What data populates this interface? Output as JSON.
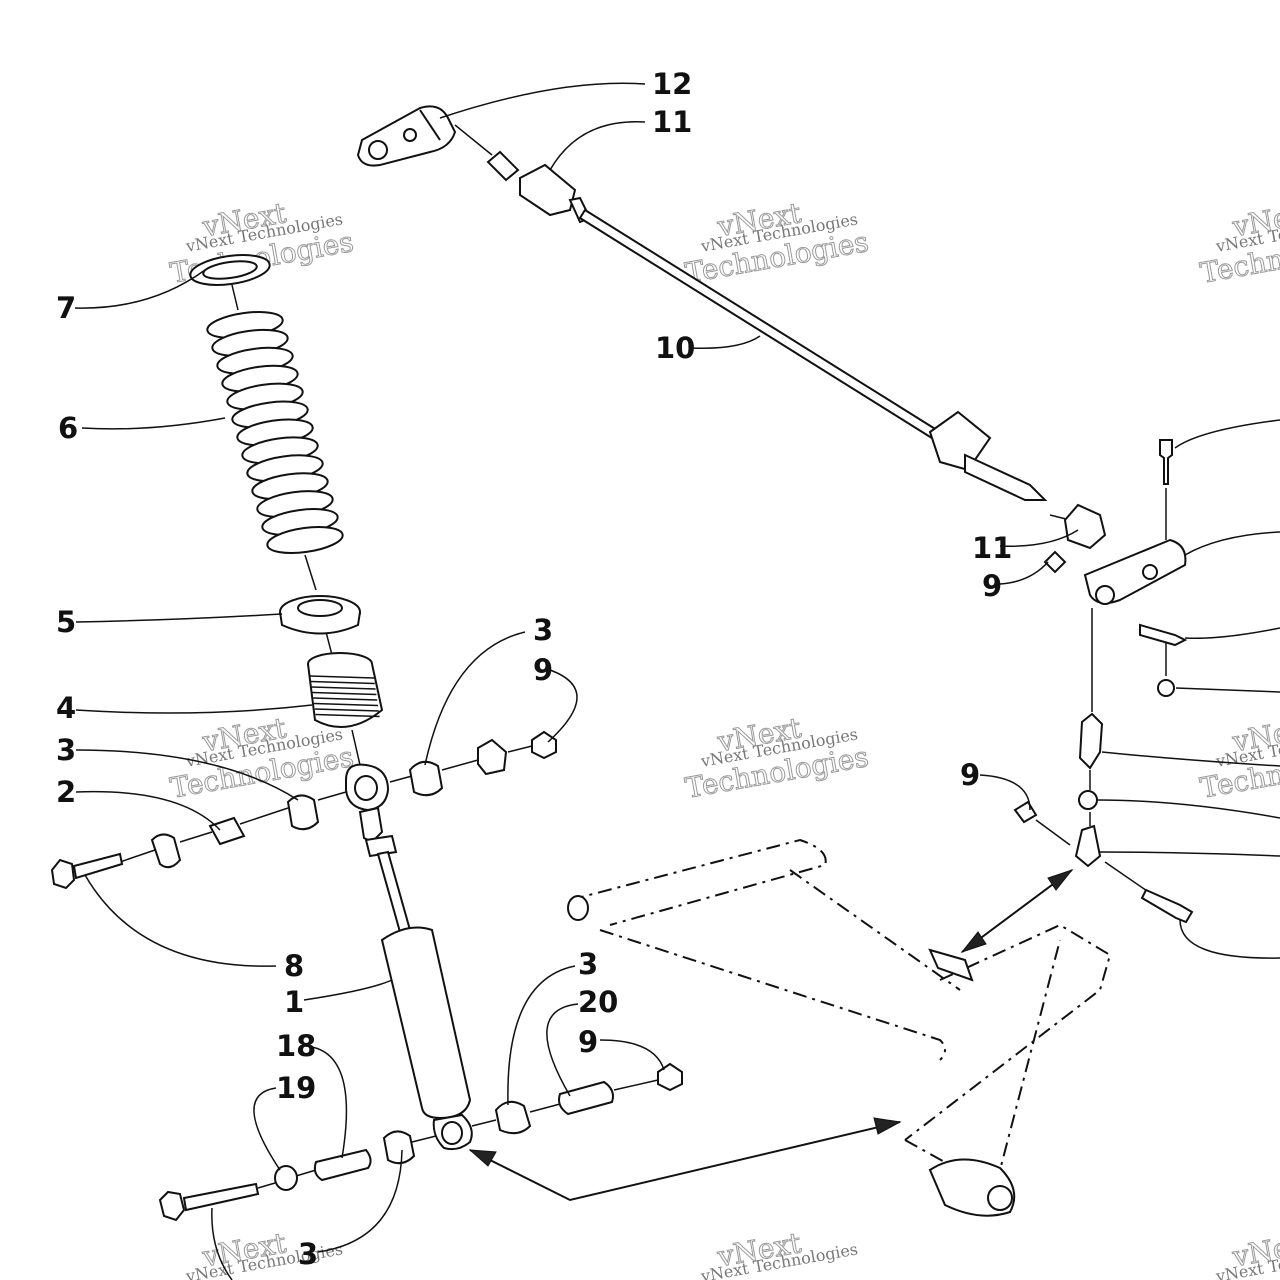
{
  "watermark": {
    "line1": "vNext Technologies",
    "line2": "vNext",
    "line3": "Technologies"
  },
  "labels": [
    {
      "id": "12a",
      "text": "12"
    },
    {
      "id": "11a",
      "text": "11"
    },
    {
      "id": "7a",
      "text": "7"
    },
    {
      "id": "10a",
      "text": "10"
    },
    {
      "id": "6a",
      "text": "6"
    },
    {
      "id": "11b",
      "text": "11"
    },
    {
      "id": "9a",
      "text": "9"
    },
    {
      "id": "5a",
      "text": "5"
    },
    {
      "id": "3a",
      "text": "3"
    },
    {
      "id": "9b",
      "text": "9"
    },
    {
      "id": "4a",
      "text": "4"
    },
    {
      "id": "3b",
      "text": "3"
    },
    {
      "id": "9c",
      "text": "9"
    },
    {
      "id": "2a",
      "text": "2"
    },
    {
      "id": "8a",
      "text": "8"
    },
    {
      "id": "1a",
      "text": "1"
    },
    {
      "id": "3c",
      "text": "3"
    },
    {
      "id": "20a",
      "text": "20"
    },
    {
      "id": "9d",
      "text": "9"
    },
    {
      "id": "18a",
      "text": "18"
    },
    {
      "id": "19a",
      "text": "19"
    },
    {
      "id": "3d",
      "text": "3"
    }
  ]
}
